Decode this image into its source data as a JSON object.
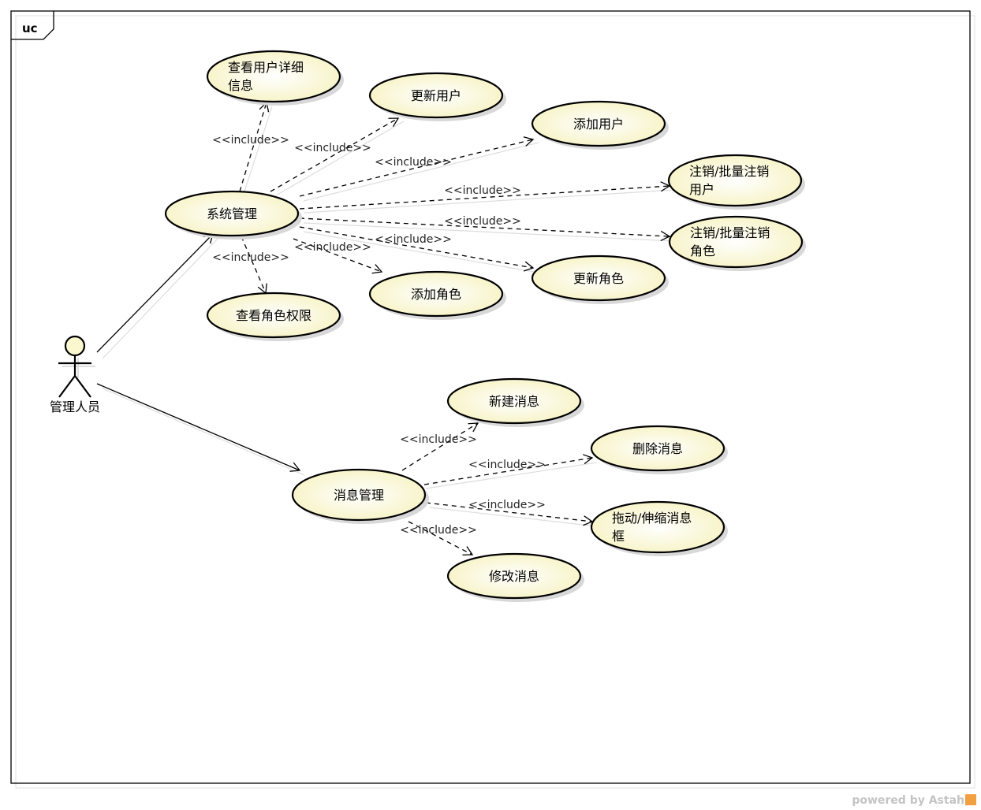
{
  "frame": {
    "label": "uc"
  },
  "actor": {
    "name": "管理人员"
  },
  "use_cases": {
    "system_mgmt": "系统管理",
    "view_user_detail": [
      "查看用户详细",
      "信息"
    ],
    "update_user": "更新用户",
    "add_user": "添加用户",
    "cancel_user": [
      "注销/批量注销",
      "用户"
    ],
    "cancel_role": [
      "注销/批量注销",
      "角色"
    ],
    "update_role": "更新角色",
    "add_role": "添加角色",
    "view_role_perm": "查看角色权限",
    "message_mgmt": "消息管理",
    "new_message": "新建消息",
    "delete_message": "删除消息",
    "drag_resize": [
      "拖动/伸缩消息",
      "框"
    ],
    "edit_message": "修改消息"
  },
  "include_label": "<<include>>",
  "footer": {
    "powered_by": "powered by Astah"
  },
  "colors": {
    "usecase_fill": "#fdfbd8",
    "line": "#000000"
  }
}
